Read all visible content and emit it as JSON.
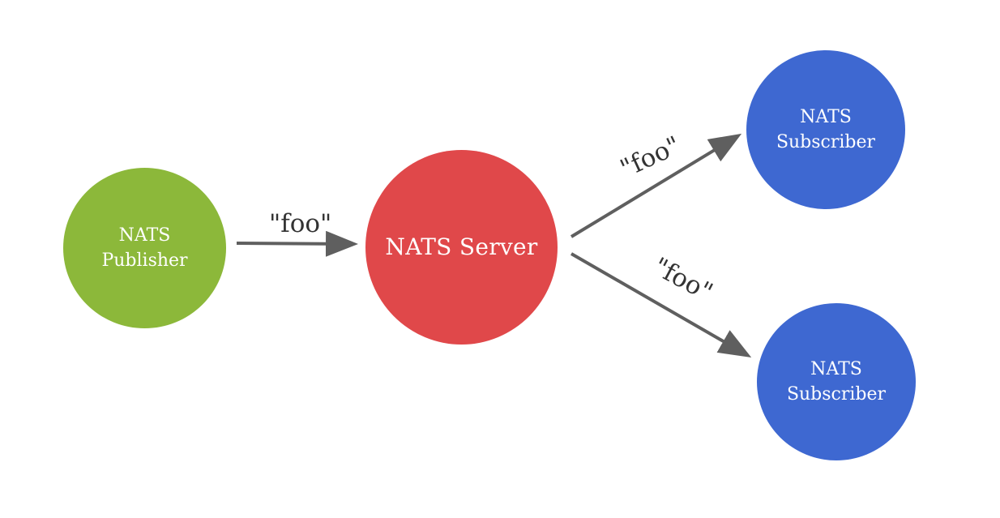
{
  "colors": {
    "publisher": "#8cb83a",
    "server": "#e0484a",
    "subscriber": "#3e68d1",
    "arrow": "#5f5f5f",
    "label_text": "#333333",
    "node_text": "#ffffff"
  },
  "nodes": {
    "publisher": {
      "line1": "NATS",
      "line2": "Publisher"
    },
    "server": {
      "line1": "NATS Server"
    },
    "subscriber_top": {
      "line1": "NATS",
      "line2": "Subscriber"
    },
    "subscriber_bottom": {
      "line1": "NATS",
      "line2": "Subscriber"
    }
  },
  "edges": {
    "publisher_to_server": {
      "label": "\"foo\""
    },
    "server_to_subscriber_top": {
      "label": "\"foo\""
    },
    "server_to_subscriber_bottom": {
      "label": "\"foo\""
    }
  }
}
